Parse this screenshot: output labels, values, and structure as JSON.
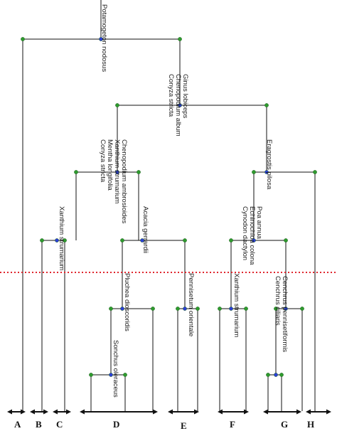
{
  "diagram": {
    "colors": {
      "line": "#111111",
      "node_green": "#2e9b2e",
      "node_blue": "#2a3fd6",
      "cut_line": "#e0262e"
    },
    "species_labels": [
      {
        "id": "root",
        "lines": [
          "Potamogeton nodosus"
        ]
      },
      {
        "id": "n1",
        "lines": [
          "Ginus lobiceps",
          "Chenopodium album",
          "Conyza stricta"
        ]
      },
      {
        "id": "n2",
        "lines": [
          "Chenopodium ambrosioides",
          "Xanthium strumarium",
          "Mentha longifolia",
          "Conyza stricta"
        ]
      },
      {
        "id": "n3",
        "lines": [
          "Eragrostis pilosa"
        ]
      },
      {
        "id": "n4",
        "lines": [
          "Xanthium strumarium"
        ]
      },
      {
        "id": "n5",
        "lines": [
          "Acacia gerrardii"
        ]
      },
      {
        "id": "n6",
        "lines": [
          "Poa annua",
          "Echinochloa colona",
          "Cynodon dactylon"
        ]
      },
      {
        "id": "n7",
        "lines": [
          "Pluchea dioscoridis"
        ]
      },
      {
        "id": "n8",
        "lines": [
          "Pennisetum orientale"
        ]
      },
      {
        "id": "n9",
        "lines": [
          "Xanthium strumarium"
        ]
      },
      {
        "id": "n10",
        "lines": [
          "Cenchrus pennisetiformis",
          "Cenchrus ciliaris"
        ]
      },
      {
        "id": "n11",
        "lines": [
          "Sonchus oleraceus"
        ]
      }
    ],
    "groups": [
      "A",
      "B",
      "C",
      "D",
      "E",
      "F",
      "G",
      "H"
    ]
  }
}
